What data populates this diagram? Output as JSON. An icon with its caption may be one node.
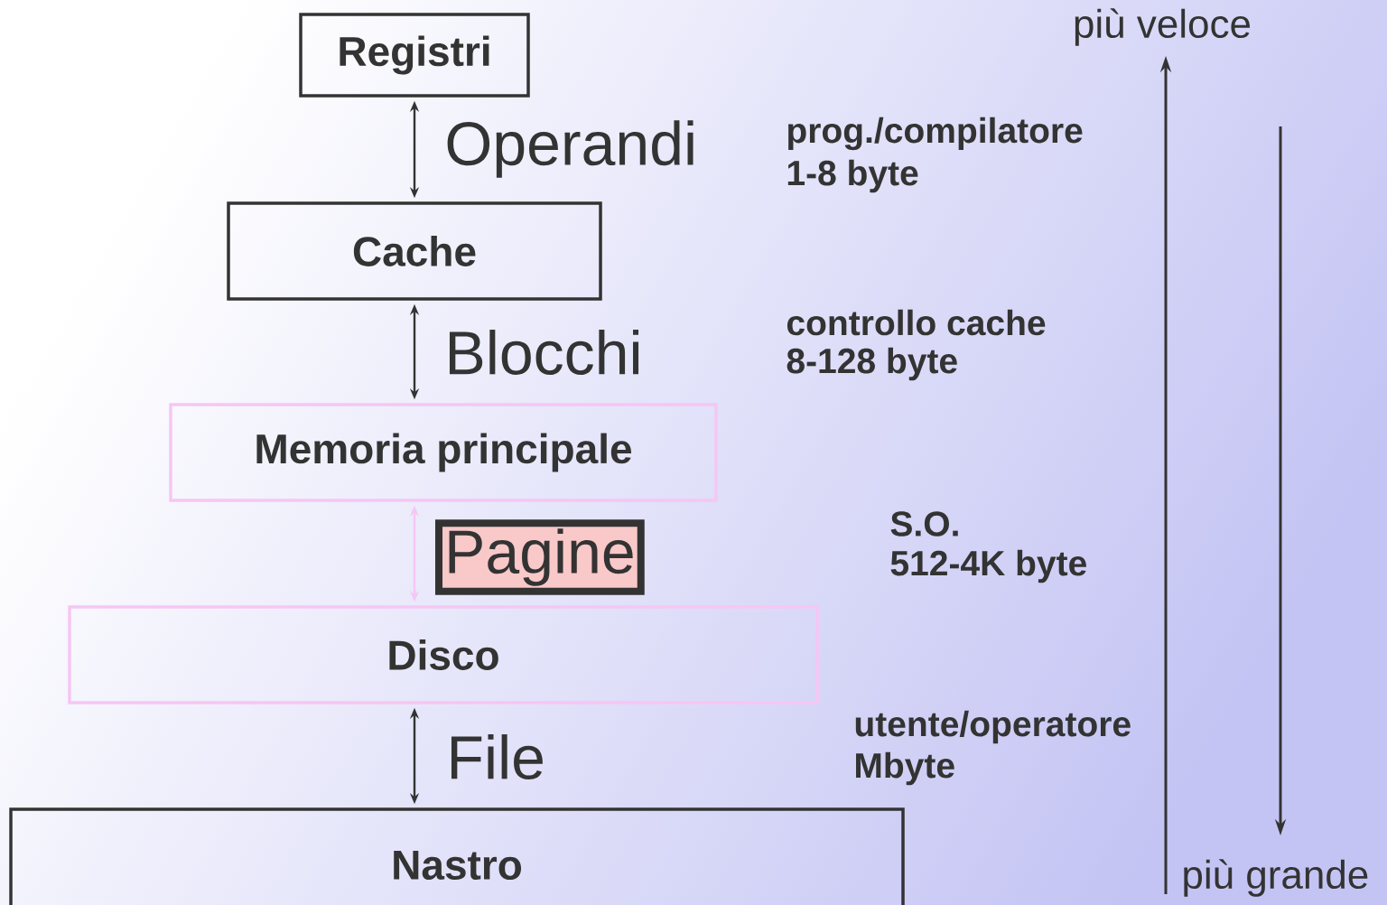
{
  "diagram": {
    "nodes": [
      {
        "text": [
          "Registri"
        ]
      },
      {
        "text": [
          "Cache"
        ]
      },
      {
        "text": [
          "Memoria principale"
        ]
      },
      {
        "text": [
          "Disco"
        ]
      },
      {
        "text": [
          "Nastro"
        ]
      }
    ],
    "edges": [
      {
        "from": 0,
        "to": 1,
        "arrow": "both",
        "label": "Operandi"
      },
      {
        "from": 1,
        "to": 2,
        "arrow": "both",
        "label": "Blocchi"
      },
      {
        "from": 2,
        "to": 3,
        "arrow": "both",
        "label": "Pagine",
        "color": "#f6c6f4"
      },
      {
        "from": 3,
        "to": 4,
        "arrow": "both",
        "label": "File"
      }
    ],
    "labels": [
      "più veloce",
      "prog./compilatore",
      "1-8 byte",
      "controllo cache",
      "8-128 byte",
      "S.O.",
      "512-4K byte",
      "utente/operatore",
      "Mbyte",
      "più grande"
    ]
  }
}
